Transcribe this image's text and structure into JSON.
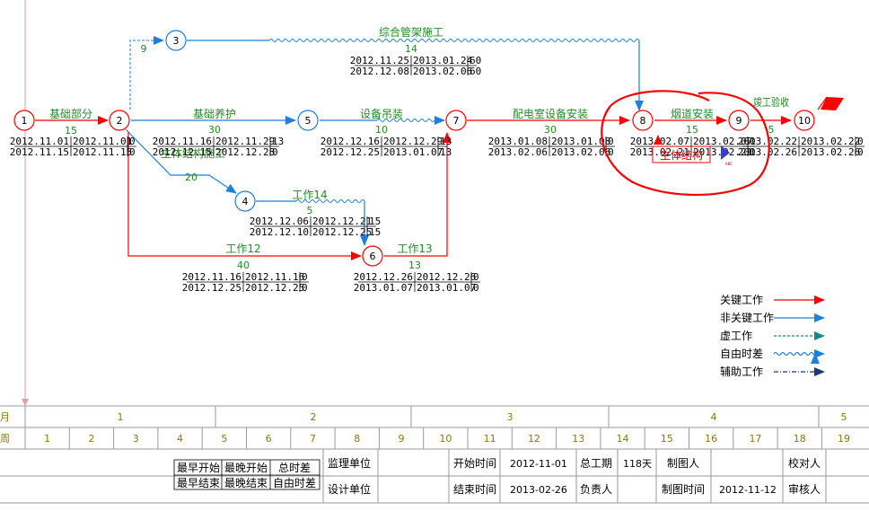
{
  "nodes": [
    {
      "id": "1",
      "critical": true
    },
    {
      "id": "2",
      "critical": true
    },
    {
      "id": "3",
      "critical": false
    },
    {
      "id": "4",
      "critical": false
    },
    {
      "id": "5",
      "critical": false
    },
    {
      "id": "6",
      "critical": true
    },
    {
      "id": "7",
      "critical": true
    },
    {
      "id": "8",
      "critical": true
    },
    {
      "id": "9",
      "critical": true
    },
    {
      "id": "10",
      "critical": true
    }
  ],
  "activities": {
    "a12": {
      "name": "基础部分",
      "duration": "15",
      "es": "2012.11.01",
      "ls": "2012.11.01",
      "tf": "0",
      "ef": "2012.11.15",
      "lf": "2012.11.15",
      "ff": "0"
    },
    "a25": {
      "name": "基础养护",
      "duration": "30",
      "es": "2012.11.16",
      "ls": "2012.11.29",
      "tf": "13",
      "ef": "2012.12.15",
      "lf": "2012.12.28",
      "ff": "0"
    },
    "a24": {
      "name": "主体结构施工",
      "duration": "20"
    },
    "a23": {
      "duration": "9"
    },
    "a38": {
      "name": "综合管架施工",
      "duration": "14",
      "es": "2012.11.25",
      "ls": "2013.01.24",
      "tf": "60",
      "ef": "2012.12.08",
      "lf": "2013.02.06",
      "ff": "60"
    },
    "a57": {
      "name": "设备吊装",
      "duration": "10",
      "es": "2012.12.16",
      "ls": "2012.12.29",
      "tf": "13",
      "ef": "2012.12.25",
      "lf": "2013.01.07",
      "ff": "13"
    },
    "a46": {
      "name": "工作14",
      "duration": "5",
      "es": "2012.12.06",
      "ls": "2012.12.21",
      "tf": "15",
      "ef": "2012.12.10",
      "lf": "2012.12.25",
      "ff": "15"
    },
    "a26": {
      "name": "工作12",
      "duration": "40",
      "es": "2012.11.16",
      "ls": "2012.11.16",
      "tf": "0",
      "ef": "2012.12.25",
      "lf": "2012.12.25",
      "ff": "0"
    },
    "a67": {
      "name": "工作13",
      "duration": "13",
      "es": "2012.12.26",
      "ls": "2012.12.26",
      "tf": "0",
      "ef": "2013.01.07",
      "lf": "2013.01.07",
      "ff": "0"
    },
    "a78": {
      "name": "配电室设备安装",
      "duration": "30",
      "es": "2013.01.08",
      "ls": "2013.01.08",
      "tf": "0",
      "ef": "2013.02.06",
      "lf": "2013.02.06",
      "ff": "0"
    },
    "a89": {
      "name": "烟道安装",
      "duration": "15",
      "es": "2013.02.07",
      "ls": "2013.02.07",
      "tf": "0",
      "ef": "2013.02.21",
      "lf": "2013.02.21",
      "ff": "0"
    },
    "a910": {
      "name": "竣工验收",
      "duration": "5",
      "es": "2013.02.22",
      "ls": "2013.02.22",
      "tf": "0",
      "ef": "2013.02.26",
      "lf": "2013.02.26",
      "ff": "0"
    }
  },
  "overlay": {
    "tooltip": "主体结构",
    "small_text": "ABC"
  },
  "legend": [
    {
      "label": "关键工作",
      "color": "#ff0000",
      "style": "solid"
    },
    {
      "label": "非关键工作",
      "color": "#1e7fdc",
      "style": "solid"
    },
    {
      "label": "虚工作",
      "color": "#168a8a",
      "style": "dashed"
    },
    {
      "label": "自由时差",
      "color": "#1e7fdc",
      "style": "wavy"
    },
    {
      "label": "辅助工作",
      "color": "#1a3a7a",
      "style": "dashdot"
    }
  ],
  "timescale": {
    "row1_label": "月",
    "row2_label": "周",
    "months": [
      "1",
      "2",
      "3",
      "4",
      "5"
    ],
    "weeks": [
      "1",
      "2",
      "3",
      "4",
      "5",
      "6",
      "7",
      "8",
      "9",
      "10",
      "11",
      "12",
      "13",
      "14",
      "15",
      "16",
      "17",
      "18",
      "19"
    ]
  },
  "info_table": {
    "key_row1": [
      "最早开始",
      "最晚开始",
      "总时差"
    ],
    "key_row2": [
      "最早结束",
      "最晚结束",
      "自由时差"
    ],
    "supervision_label": "监理单位",
    "design_label": "设计单位",
    "start_label": "开始时间",
    "start_value": "2012-11-01",
    "end_label": "结束时间",
    "end_value": "2013-02-26",
    "total_label": "总工期",
    "total_value": "118天",
    "owner_label": "负责人",
    "drawer_label": "制图人",
    "draw_time_label": "制图时间",
    "draw_time_value": "2012-11-12",
    "proof_label": "校对人",
    "review_label": "审核人"
  },
  "colors": {
    "critical": "#ff0000",
    "noncritical": "#1e7fdc",
    "dummy": "#168a8a",
    "label": "#228B22",
    "annotation": "#ff0000"
  }
}
